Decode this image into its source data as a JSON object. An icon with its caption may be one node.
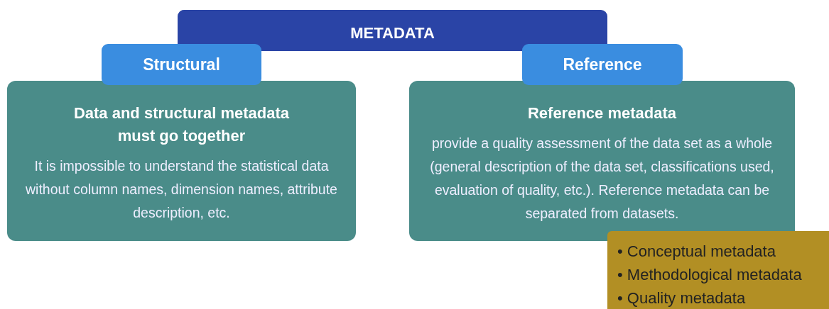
{
  "diagram": {
    "nodes": [
      {
        "text": [
          "METADATA"
        ]
      },
      {
        "text": [
          "Structural"
        ]
      },
      {
        "text": [
          "Data and structural metadata must go together",
          "It is impossible to understand the statistical data without column names, dimension names, attribute description, etc."
        ]
      },
      {
        "text": [
          "Reference"
        ]
      },
      {
        "text": [
          "Reference metadata",
          "provide a quality assessment of the data set as a whole (general description of the data set, classifications used, evaluation of quality, etc.). Reference metadata can be separated from datasets."
        ]
      },
      {
        "text": [
          "• Conceptual metadata",
          "• Methodological metadata",
          "• Quality metadata"
        ]
      }
    ]
  }
}
